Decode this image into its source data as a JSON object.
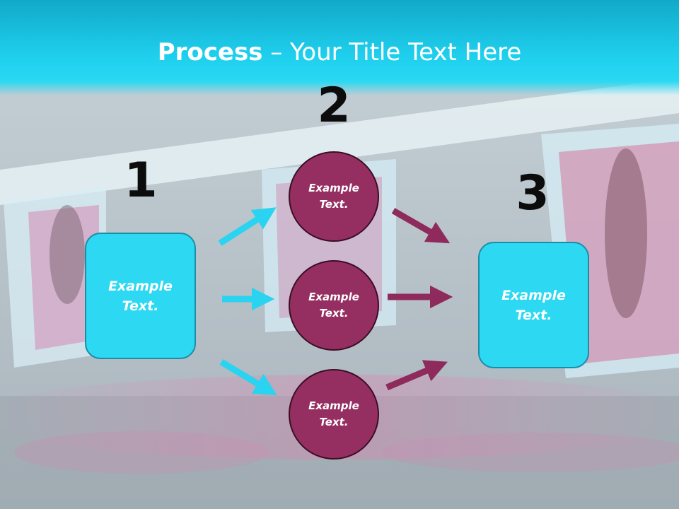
{
  "title": {
    "bold": "Process",
    "rest": " – Your Title Text Here"
  },
  "steps": [
    "1",
    "2",
    "3"
  ],
  "left_box": {
    "text": "Example\nText."
  },
  "right_box": {
    "text": "Example\nText."
  },
  "circles": [
    {
      "text": "Example\nText."
    },
    {
      "text": "Example\nText."
    },
    {
      "text": "Example\nText."
    }
  ],
  "colors": {
    "header": "#1fd0ee",
    "box_fill": "#2cd8f2",
    "circle_fill": "#962f61",
    "arrow_cyan": "#2ad3f0",
    "arrow_magenta": "#8e2a5c"
  }
}
